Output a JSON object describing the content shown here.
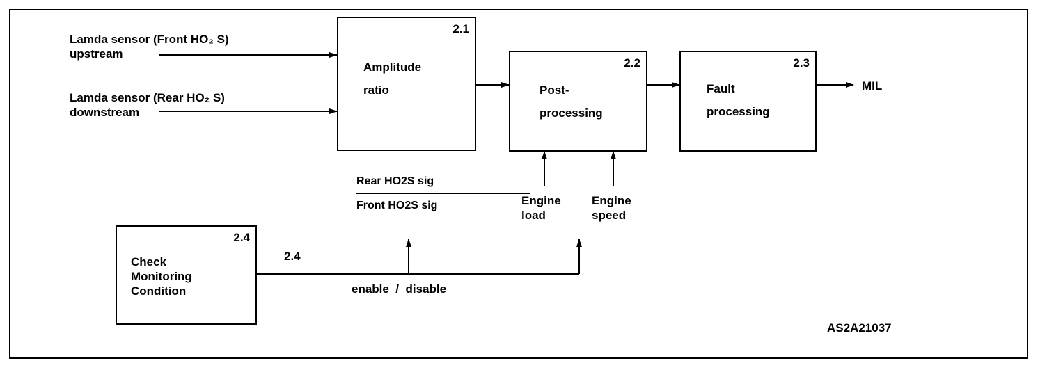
{
  "inputs": {
    "front_line1": "Lamda sensor (Front HO₂ S)",
    "front_line2": "upstream",
    "rear_line1": "Lamda sensor (Rear HO₂ S)",
    "rear_line2": "downstream"
  },
  "blocks": {
    "b21": {
      "number": "2.1",
      "line1": "Amplitude",
      "line2": "ratio"
    },
    "b22": {
      "number": "2.2",
      "line1": "Post-",
      "line2": "processing"
    },
    "b23": {
      "number": "2.3",
      "line1": "Fault",
      "line2": "processing"
    },
    "b24": {
      "number": "2.4",
      "line1": "Check",
      "line2": "Monitoring",
      "line3": "Condition"
    }
  },
  "output": "MIL",
  "ratio": {
    "numerator": "Rear HO2S sig",
    "denominator": "Front HO2S sig"
  },
  "side_inputs": {
    "load_line1": "Engine",
    "load_line2": "load",
    "speed_line1": "Engine",
    "speed_line2": "speed"
  },
  "enable_wire_label": "2.4",
  "enable_label": "enable  /  disable",
  "figure_code": "AS2A21037"
}
